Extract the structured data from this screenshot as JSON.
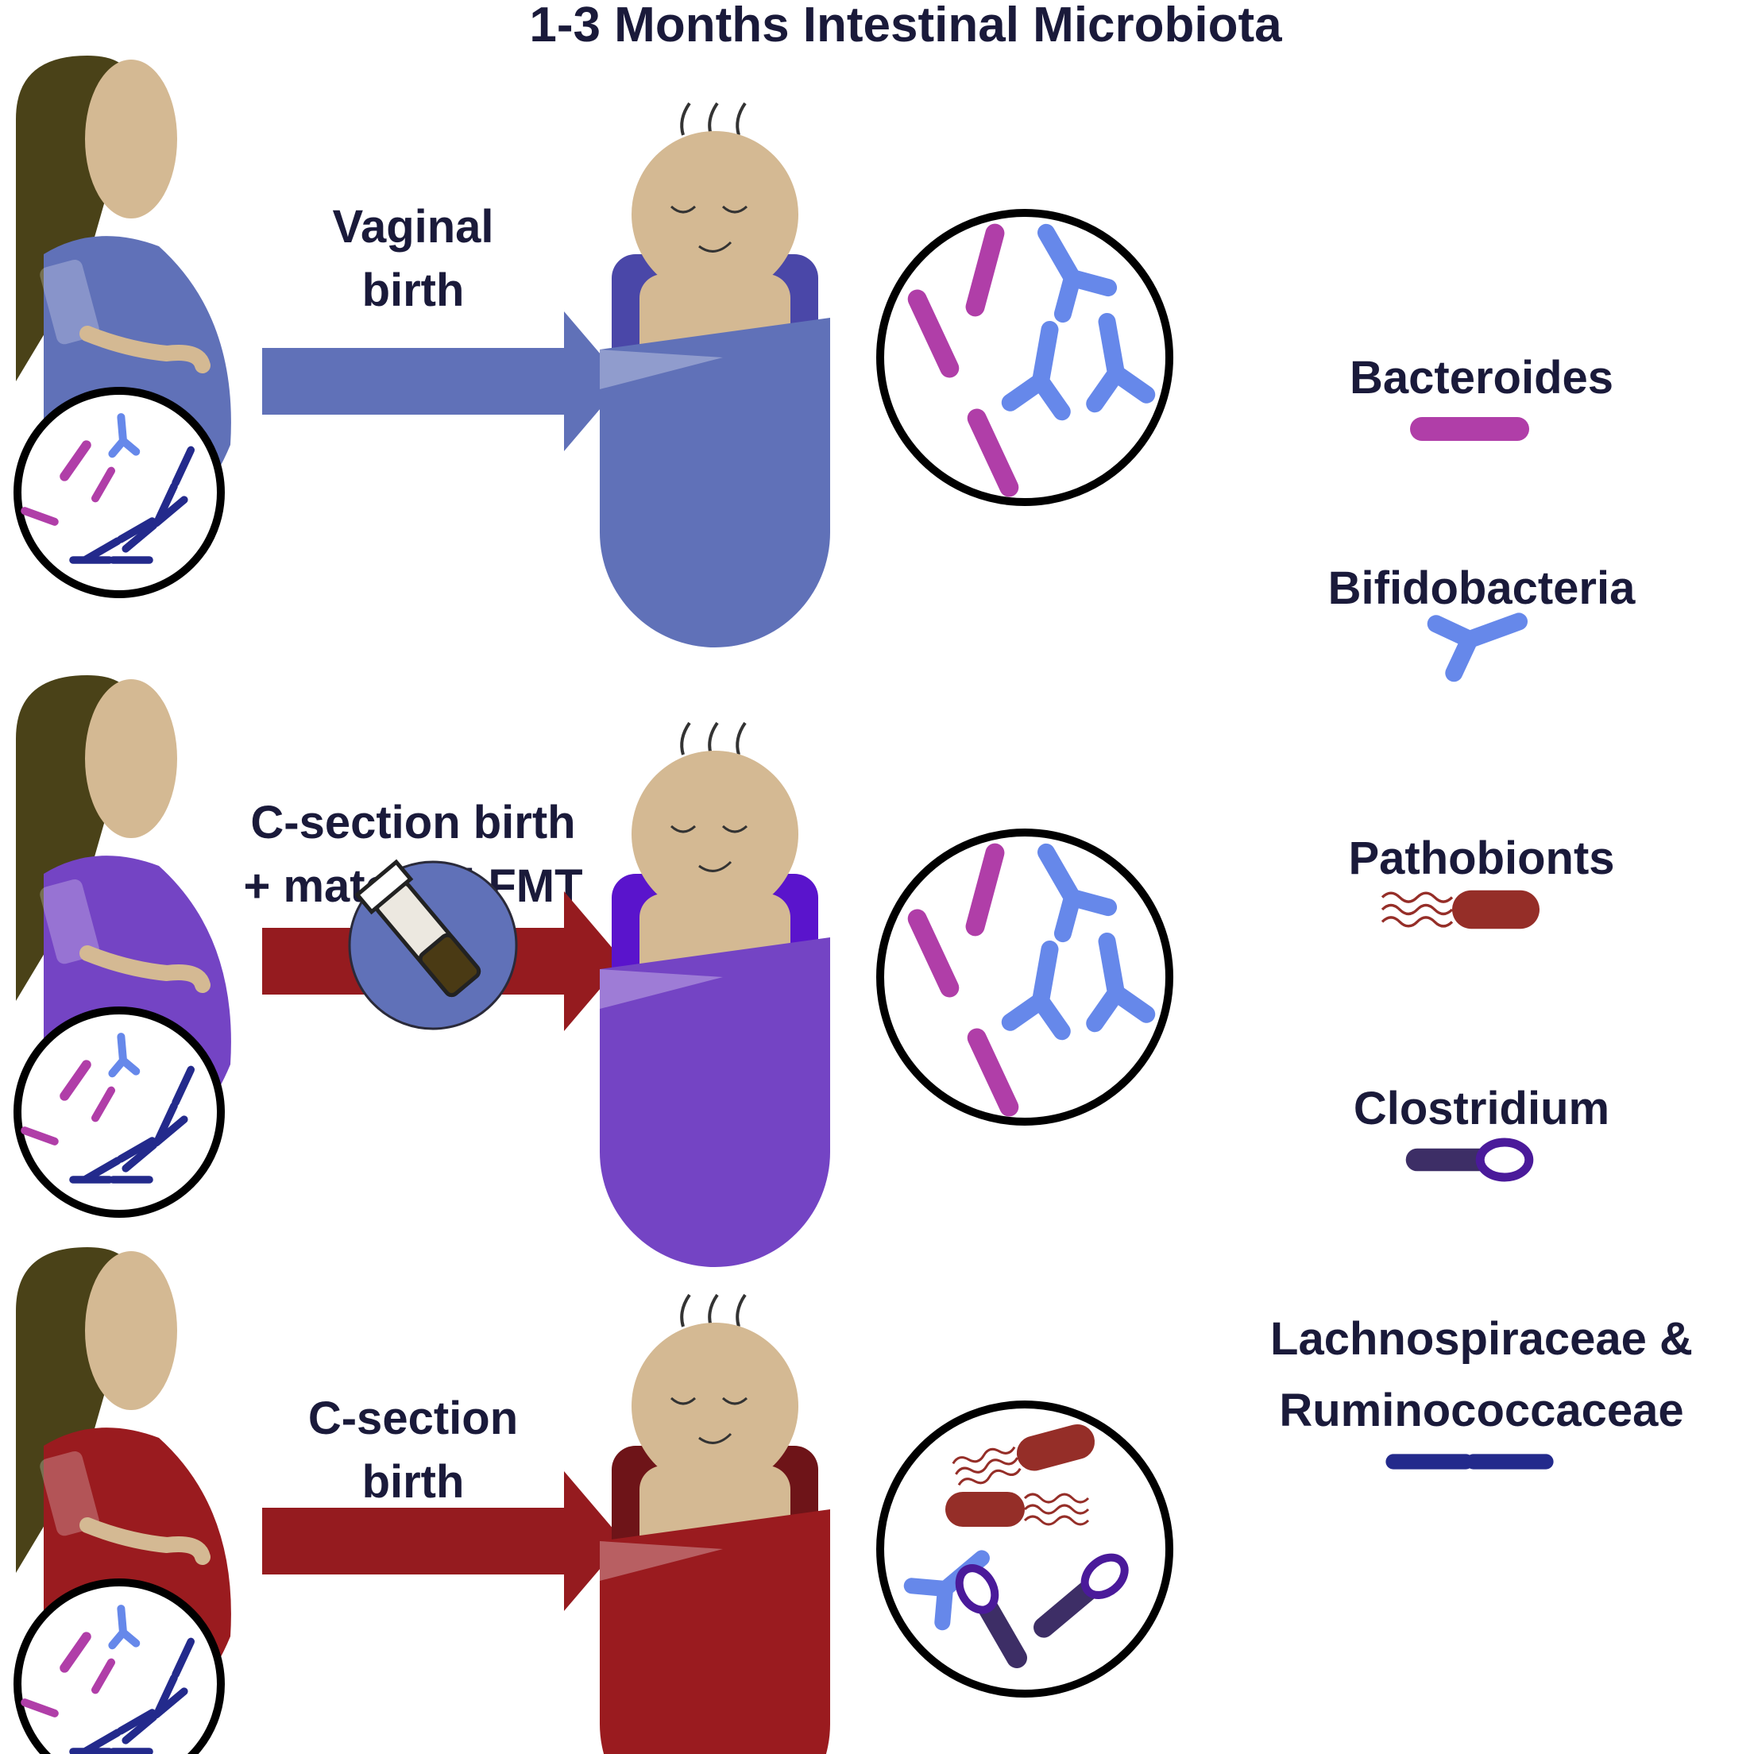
{
  "title": "1-3 Months Intestinal Microbiota",
  "rows": [
    {
      "id": "vaginal",
      "label_lines": [
        "Vaginal",
        "birth"
      ],
      "color": "#6071b8",
      "dark_color": "#4a47a8",
      "arrow_color": "#6071b8",
      "has_fmt": true,
      "fmt_circle": false
    },
    {
      "id": "csection-fmt",
      "label_lines": [
        "C-section birth",
        "+ maternal FMT"
      ],
      "color": "#7444c4",
      "dark_color": "#5a14cc",
      "arrow_color": "#951b1f",
      "has_fmt": true,
      "fmt_circle": true
    },
    {
      "id": "csection",
      "label_lines": [
        "C-section",
        "birth"
      ],
      "color": "#9a1b1f",
      "dark_color": "#6e1418",
      "arrow_color": "#951b1f",
      "has_fmt": false,
      "fmt_circle": false
    }
  ],
  "legend": [
    {
      "key": "bacteroides",
      "lines": [
        "Bacteroides"
      ],
      "color": "#b03ea8"
    },
    {
      "key": "bifidobacteria",
      "lines": [
        "Bifidobacteria"
      ],
      "color": "#6688ea"
    },
    {
      "key": "pathobionts",
      "lines": [
        "Pathobionts"
      ],
      "color": "#952e28"
    },
    {
      "key": "clostridium",
      "lines": [
        "Clostridium"
      ],
      "color": "#3d2e66"
    },
    {
      "key": "lachno",
      "lines": [
        "Lachnospiraceae &",
        "Ruminococcaceae"
      ],
      "color": "#232a8c"
    }
  ],
  "colors": {
    "skin": "#d4b993",
    "hair": "#4a4218",
    "text": "#1a1a3a",
    "vial_liquid": "#4a3a14"
  }
}
